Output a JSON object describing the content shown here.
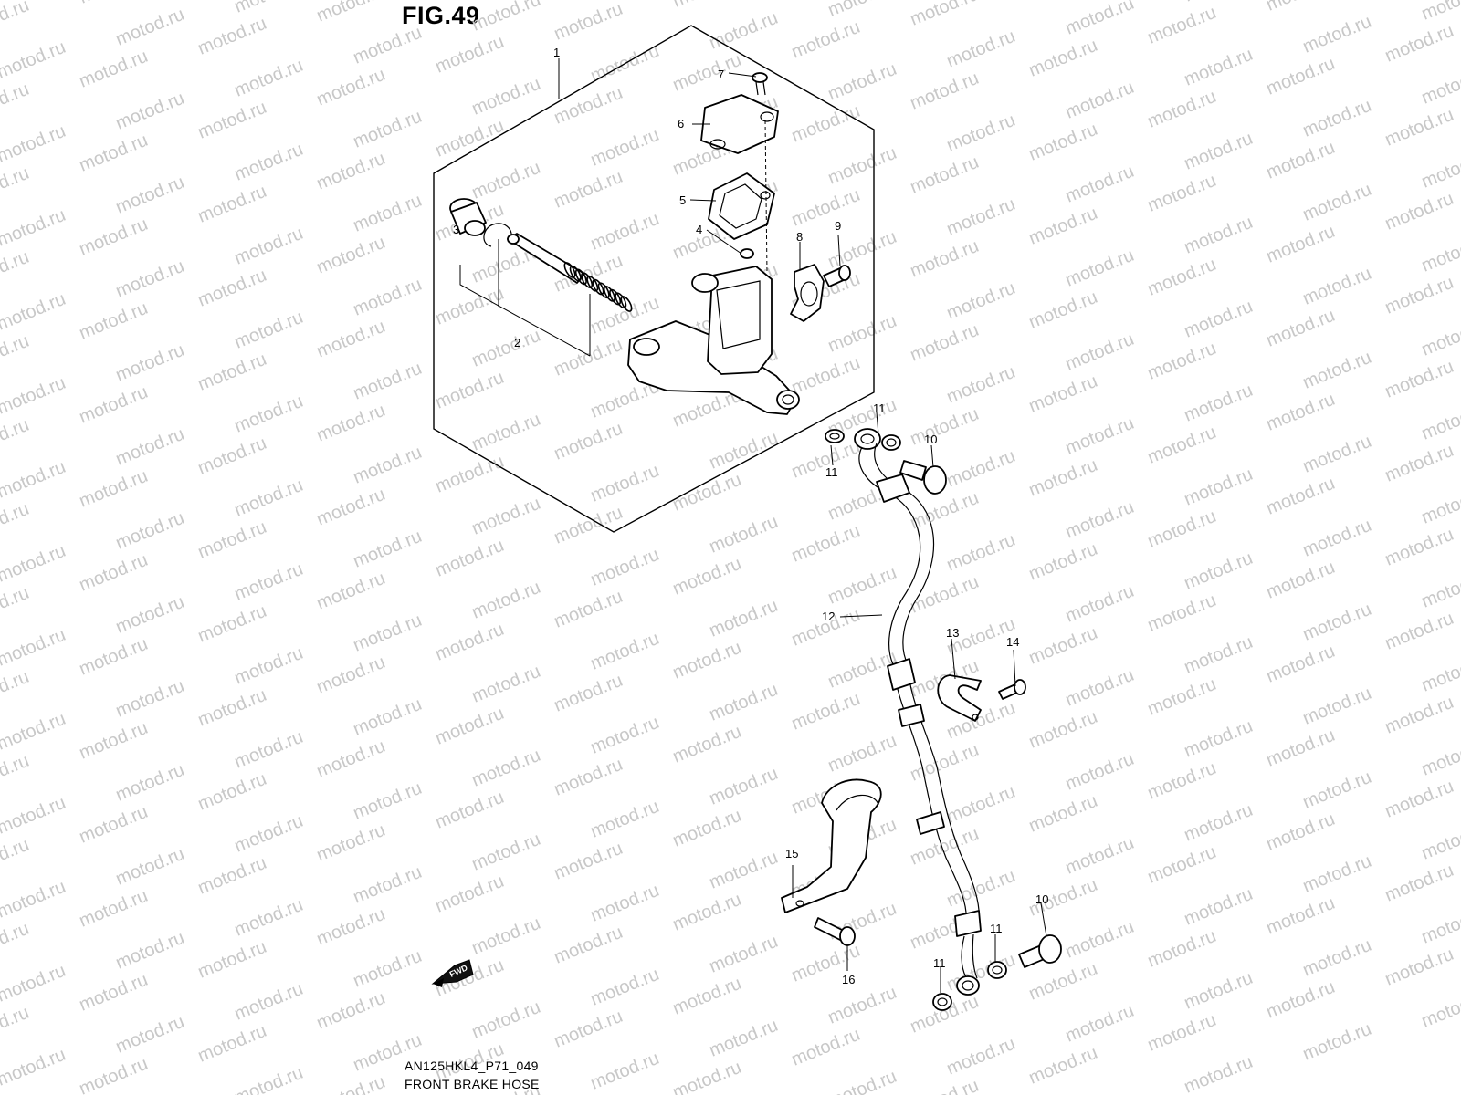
{
  "figure": {
    "title": "FIG.49"
  },
  "footer": {
    "code": "AN125HKL4_P71_049",
    "title": "FRONT BRAKE HOSE"
  },
  "watermark": {
    "text": "motod.ru",
    "color": "#c8c8c8"
  },
  "fwd_arrow": {
    "label": "FWD"
  },
  "callouts": {
    "c1": "1",
    "c2": "2",
    "c3": "3",
    "c4": "4",
    "c5": "5",
    "c6": "6",
    "c7": "7",
    "c8": "8",
    "c9": "9",
    "c10a": "10",
    "c10b": "10",
    "c11a": "11",
    "c11b": "11",
    "c11c": "11",
    "c11d": "11",
    "c12": "12",
    "c13": "13",
    "c14": "14",
    "c15": "15",
    "c16": "16"
  }
}
